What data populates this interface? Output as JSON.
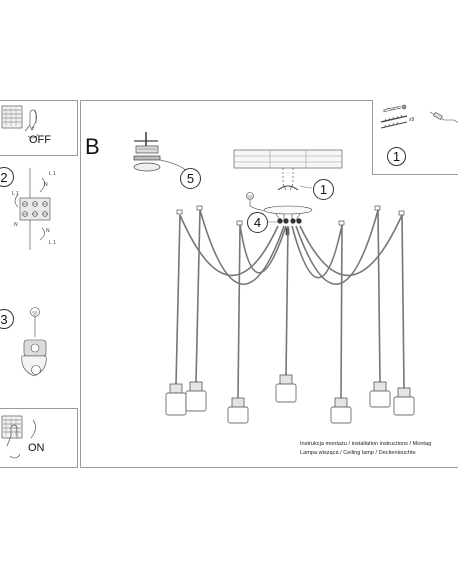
{
  "left_panel": {
    "off_label": "OFF",
    "on_label": "ON",
    "step2_number": "2",
    "step3_number": "3",
    "wire_labels": [
      "L 1",
      "N",
      "L 1",
      "N",
      "N",
      "L 1"
    ]
  },
  "main": {
    "section_letter": "B",
    "callouts": [
      "5",
      "1",
      "4"
    ],
    "ground_symbol": "⏚"
  },
  "kit": {
    "callout": "1",
    "screw_count": "x9"
  },
  "caption": {
    "line1": "Instrukcja montażu / installation instructions / Montag",
    "line2": "Lampa wisząca / Ceiling lamp / Deckenleuchte"
  }
}
